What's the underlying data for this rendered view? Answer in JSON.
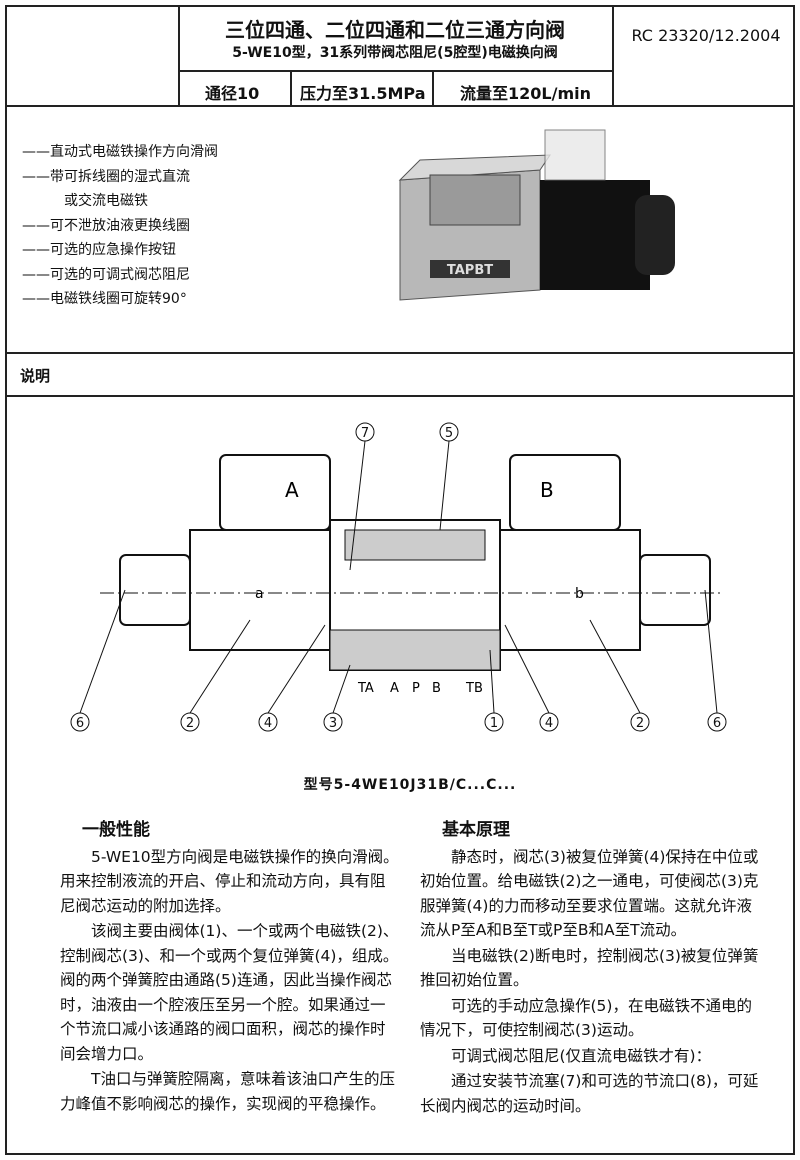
{
  "header": {
    "title": "三位四通、二位四通和二位三通方向阀",
    "subtitle": "5-WE10型，31系列带阀芯阻尼(5腔型)电磁换向阀",
    "doc_code": "RC 23320/12.2004",
    "specs": [
      "通径10",
      "压力至31.5MPa",
      "流量至120L/min"
    ]
  },
  "features": [
    "——直动式电磁铁操作方向滑阀",
    "——带可拆线圈的湿式直流",
    "或交流电磁铁",
    "——可不泄放油液更换线圈",
    "——可选的应急操作按钮",
    "——可选的可调式阀芯阻尼",
    "——电磁铁线圈可旋转90°"
  ],
  "product_image": {
    "brand": "TAPBT"
  },
  "section_title": "说明",
  "diagram": {
    "solenoid_a": "A",
    "solenoid_b": "B",
    "pos_a": "a",
    "pos_b": "b",
    "ports": [
      "TA",
      "A",
      "P",
      "B",
      "TB"
    ],
    "callouts_top": [
      "7",
      "5"
    ],
    "callouts_bottom": [
      "6",
      "2",
      "4",
      "3",
      "1",
      "4",
      "2",
      "6"
    ]
  },
  "model": "型号5-4WE10J31B/C...C...",
  "general": {
    "title": "一般性能",
    "paragraphs": [
      "5-WE10型方向阀是电磁铁操作的换向滑阀。用来控制液流的开启、停止和流动方向，具有阻尼阀芯运动的附加选择。",
      "该阀主要由阀体(1)、一个或两个电磁铁(2)、控制阀芯(3)、和一个或两个复位弹簧(4)，组成。阀的两个弹簧腔由通路(5)连通，因此当操作阀芯时，油液由一个腔液压至另一个腔。如果通过一个节流口减小该通路的阀口面积，阀芯的操作时间会增力口。",
      "T油口与弹簧腔隔离，意味着该油口产生的压力峰值不影响阀芯的操作，实现阀的平稳操作。"
    ]
  },
  "principle": {
    "title": "基本原理",
    "paragraphs": [
      "静态时，阀芯(3)被复位弹簧(4)保持在中位或初始位置。给电磁铁(2)之一通电，可使阀芯(3)克服弹簧(4)的力而移动至要求位置端。这就允许液流从P至A和B至T或P至B和A至T流动。",
      "当电磁铁(2)断电时，控制阀芯(3)被复位弹簧推回初始位置。",
      "可选的手动应急操作(5)，在电磁铁不通电的情况下，可使控制阀芯(3)运动。",
      "可调式阀芯阻尼(仅直流电磁铁才有)：",
      "通过安装节流塞(7)和可选的节流口(8)，可延长阀内阀芯的运动时间。"
    ]
  }
}
